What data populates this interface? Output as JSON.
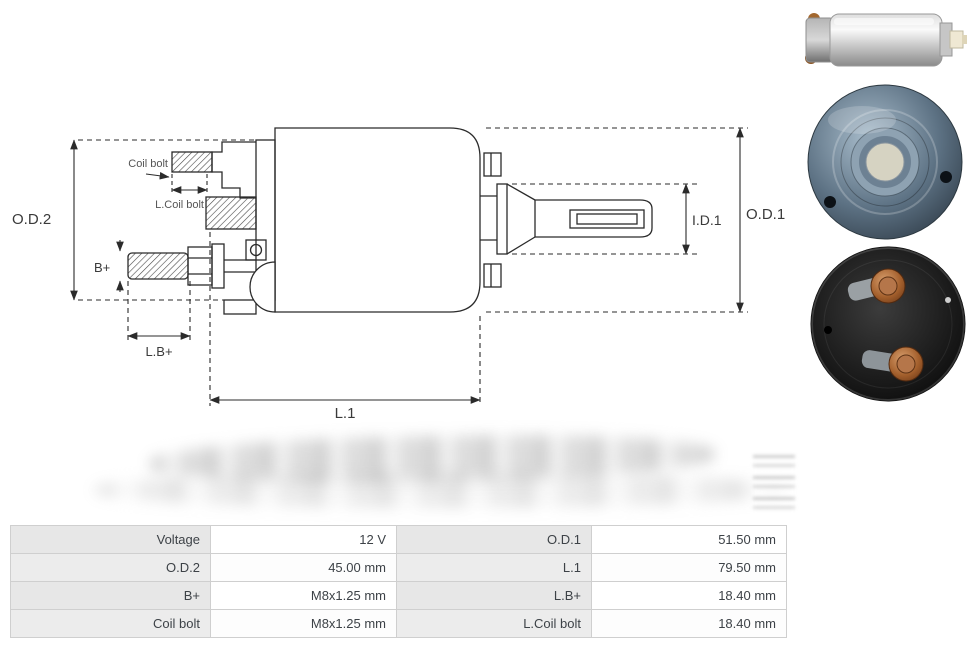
{
  "diagram": {
    "labels": {
      "od2": "O.D.2",
      "od1": "O.D.1",
      "id1": "I.D.1",
      "l1": "L.1",
      "lb": "L.B+",
      "b": "B+",
      "coil_bolt": "Coil bolt",
      "l_coil_bolt": "L.Coil bolt"
    }
  },
  "photos": [
    {
      "name": "solenoid side view"
    },
    {
      "name": "solenoid front view"
    },
    {
      "name": "solenoid back view"
    }
  ],
  "table": {
    "rows": [
      {
        "label1": "Voltage",
        "value1": "12 V",
        "label2": "O.D.1",
        "value2": "51.50 mm"
      },
      {
        "label1": "O.D.2",
        "value1": "45.00 mm",
        "label2": "L.1",
        "value2": "79.50 mm"
      },
      {
        "label1": "B+",
        "value1": "M8x1.25 mm",
        "label2": "L.B+",
        "value2": "18.40 mm"
      },
      {
        "label1": "Coil bolt",
        "value1": "M8x1.25 mm",
        "label2": "L.Coil bolt",
        "value2": "18.40 mm"
      }
    ]
  }
}
